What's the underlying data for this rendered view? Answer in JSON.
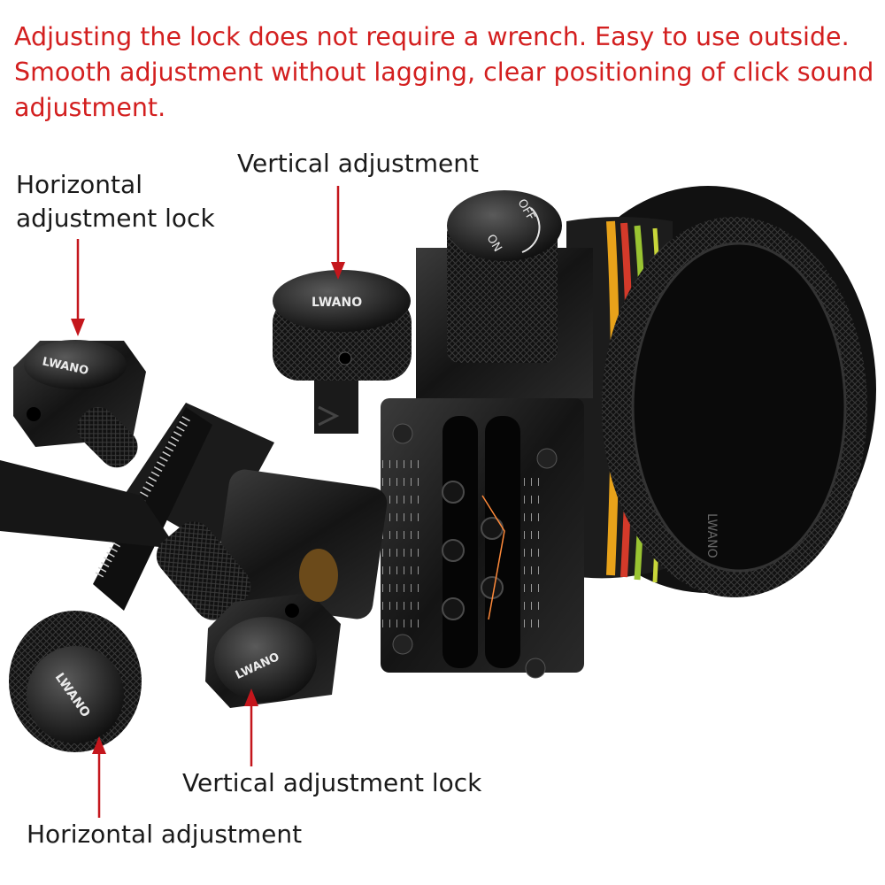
{
  "headline": "Adjusting the lock does not require a wrench. Easy to use outside. Smooth adjustment without lagging, clear positioning of click sound adjustment.",
  "labels": {
    "horizontal_adjustment_lock": "Horizontal adjustment lock",
    "vertical_adjustment": "Vertical adjustment",
    "vertical_adjustment_lock": "Vertical adjustment lock",
    "horizontal_adjustment": "Horizontal adjustment"
  },
  "knob_markings": {
    "on": "ON",
    "off": "OFF"
  },
  "brand_logo": "LWANO",
  "colors": {
    "headline": "#d31f1f",
    "arrow": "#c4161c",
    "label": "#1a1a1a"
  }
}
